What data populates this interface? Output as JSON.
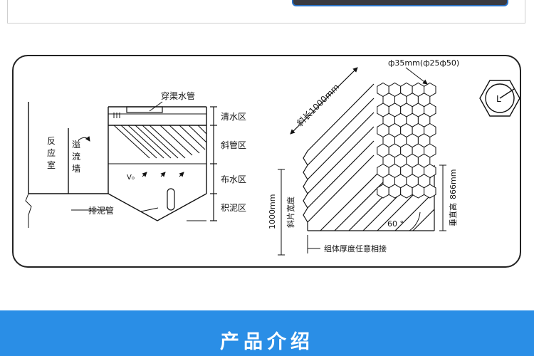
{
  "diagram": {
    "left_labels": {
      "reaction_chamber": [
        "反",
        "应",
        "室"
      ],
      "overflow_wall": [
        "溢",
        "流",
        "墙"
      ]
    },
    "pipe_label": "穿渠水管",
    "zones": [
      "清水区",
      "斜管区",
      "布水区",
      "积泥区"
    ],
    "velocity_label": "V₀",
    "sludge_pipe_label": "排泥管",
    "tube_spec": "ф35mm(ф25ф50)",
    "inclined_length": "斜长1000mm",
    "sheet_width_value": "1000mm",
    "sheet_width_label": "斜片宽度",
    "vertical_height_label": "垂直高",
    "vertical_height_value": "866mm",
    "angle_label": "60 °",
    "assembly_note": "组体厚度任意相接",
    "hex_icon_letter": "L"
  },
  "banner": {
    "title": "产品介绍",
    "color": "#2a8ee6"
  }
}
